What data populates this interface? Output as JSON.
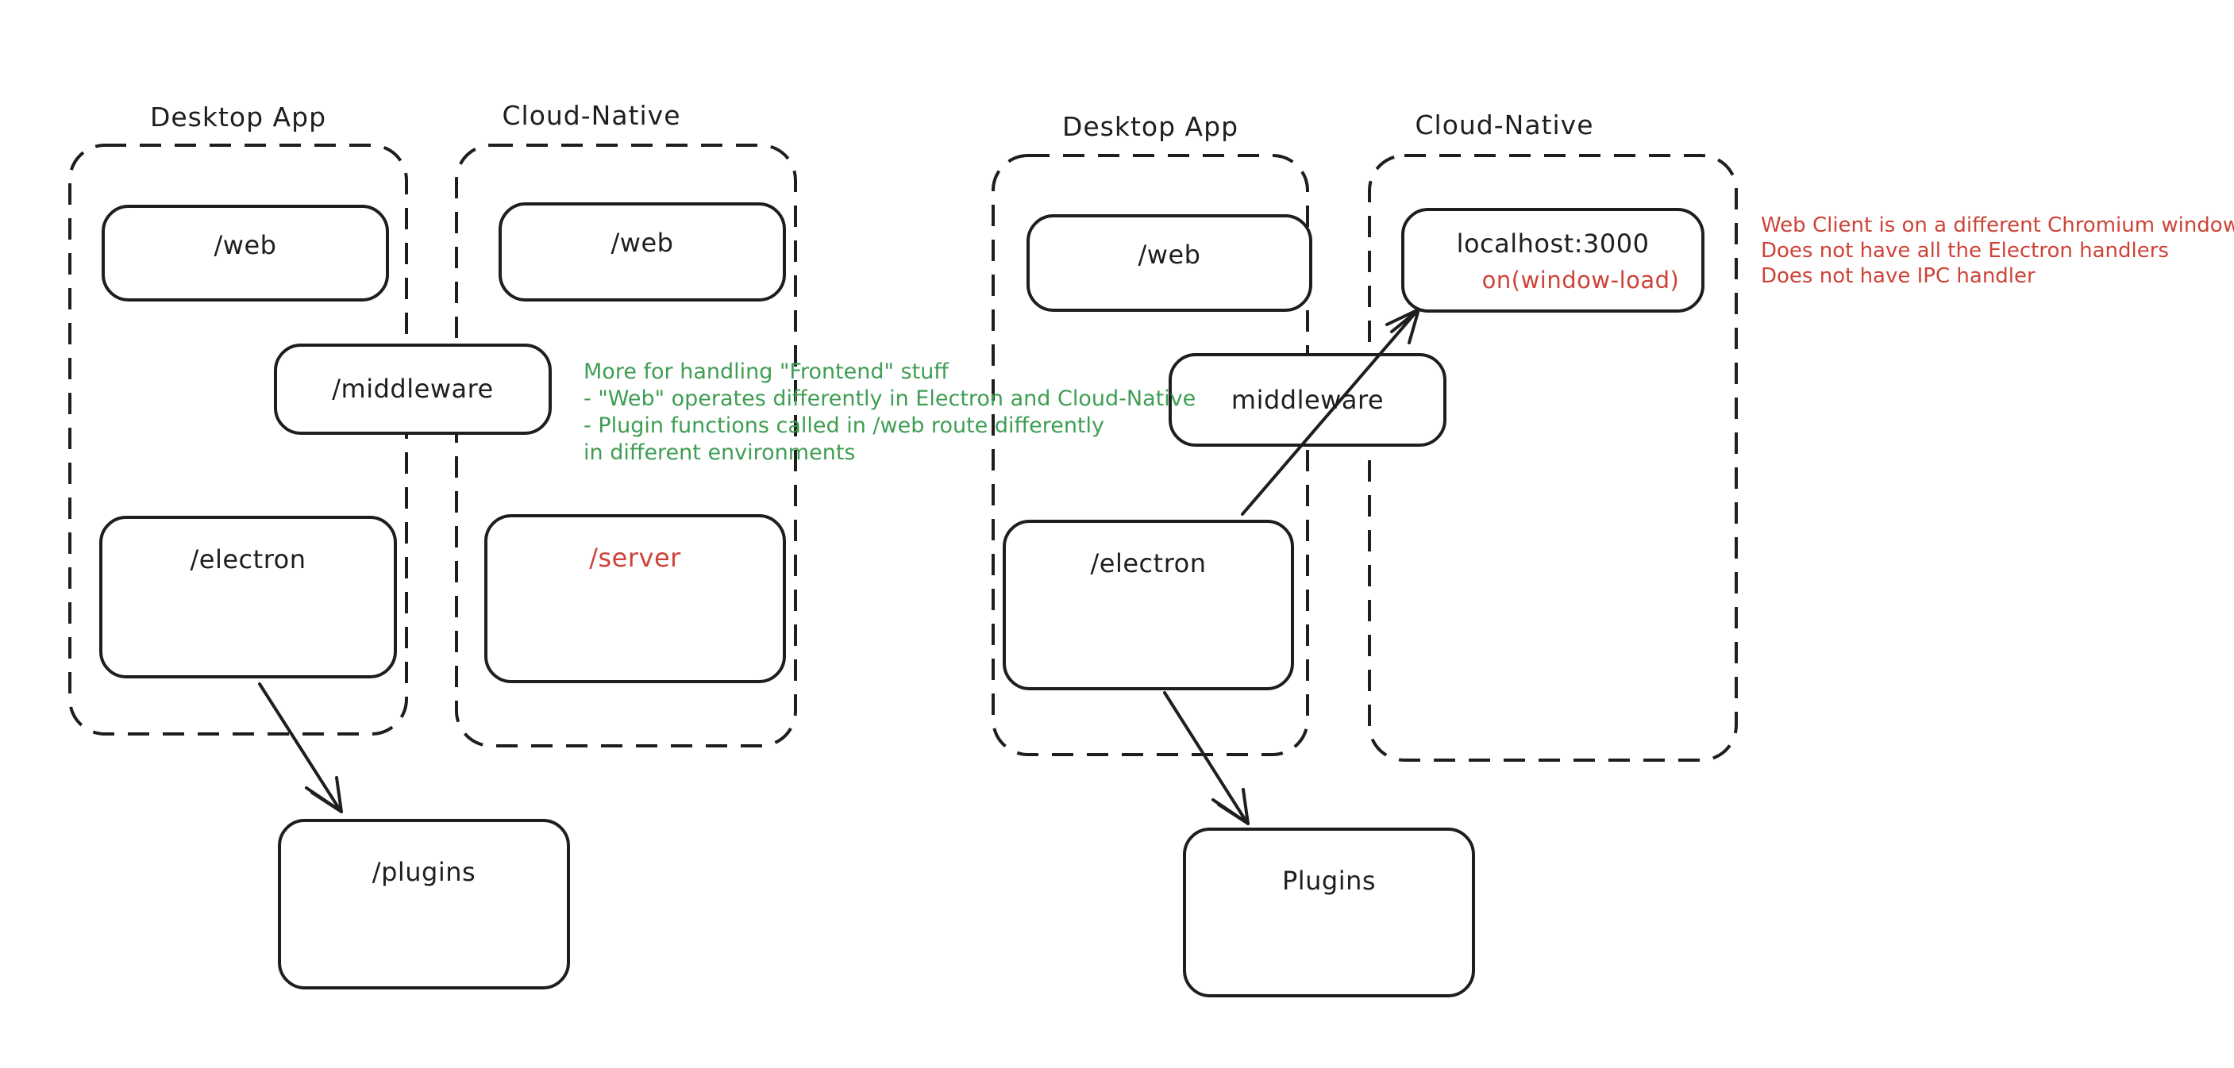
{
  "colors": {
    "ink": "#1e1e1e",
    "green": "#3f9e53",
    "red": "#cd4338"
  },
  "left_diagram": {
    "desktop": {
      "title": "Desktop App",
      "web_label": "/web",
      "electron_label": "/electron"
    },
    "cloud": {
      "title": "Cloud-Native",
      "web_label": "/web",
      "server_label": "/server"
    },
    "middleware_label": "/middleware",
    "plugins_label": "/plugins",
    "note": {
      "lines": [
        "More for handling \"Frontend\" stuff",
        "- \"Web\" operates differently in Electron and Cloud-Native",
        "- Plugin functions called in /web route differently",
        "in different environments"
      ]
    }
  },
  "right_diagram": {
    "desktop": {
      "title": "Desktop App",
      "web_label": "/web",
      "electron_label": "/electron"
    },
    "cloud": {
      "title": "Cloud-Native",
      "localhost_label": "localhost:3000",
      "onload_label": "on(window-load)"
    },
    "middleware_label": "middleware",
    "plugins_label": "Plugins",
    "note": {
      "lines": [
        "Web Client is on a different Chromium window",
        "Does not have all the Electron handlers",
        "Does not have IPC handler"
      ]
    }
  }
}
